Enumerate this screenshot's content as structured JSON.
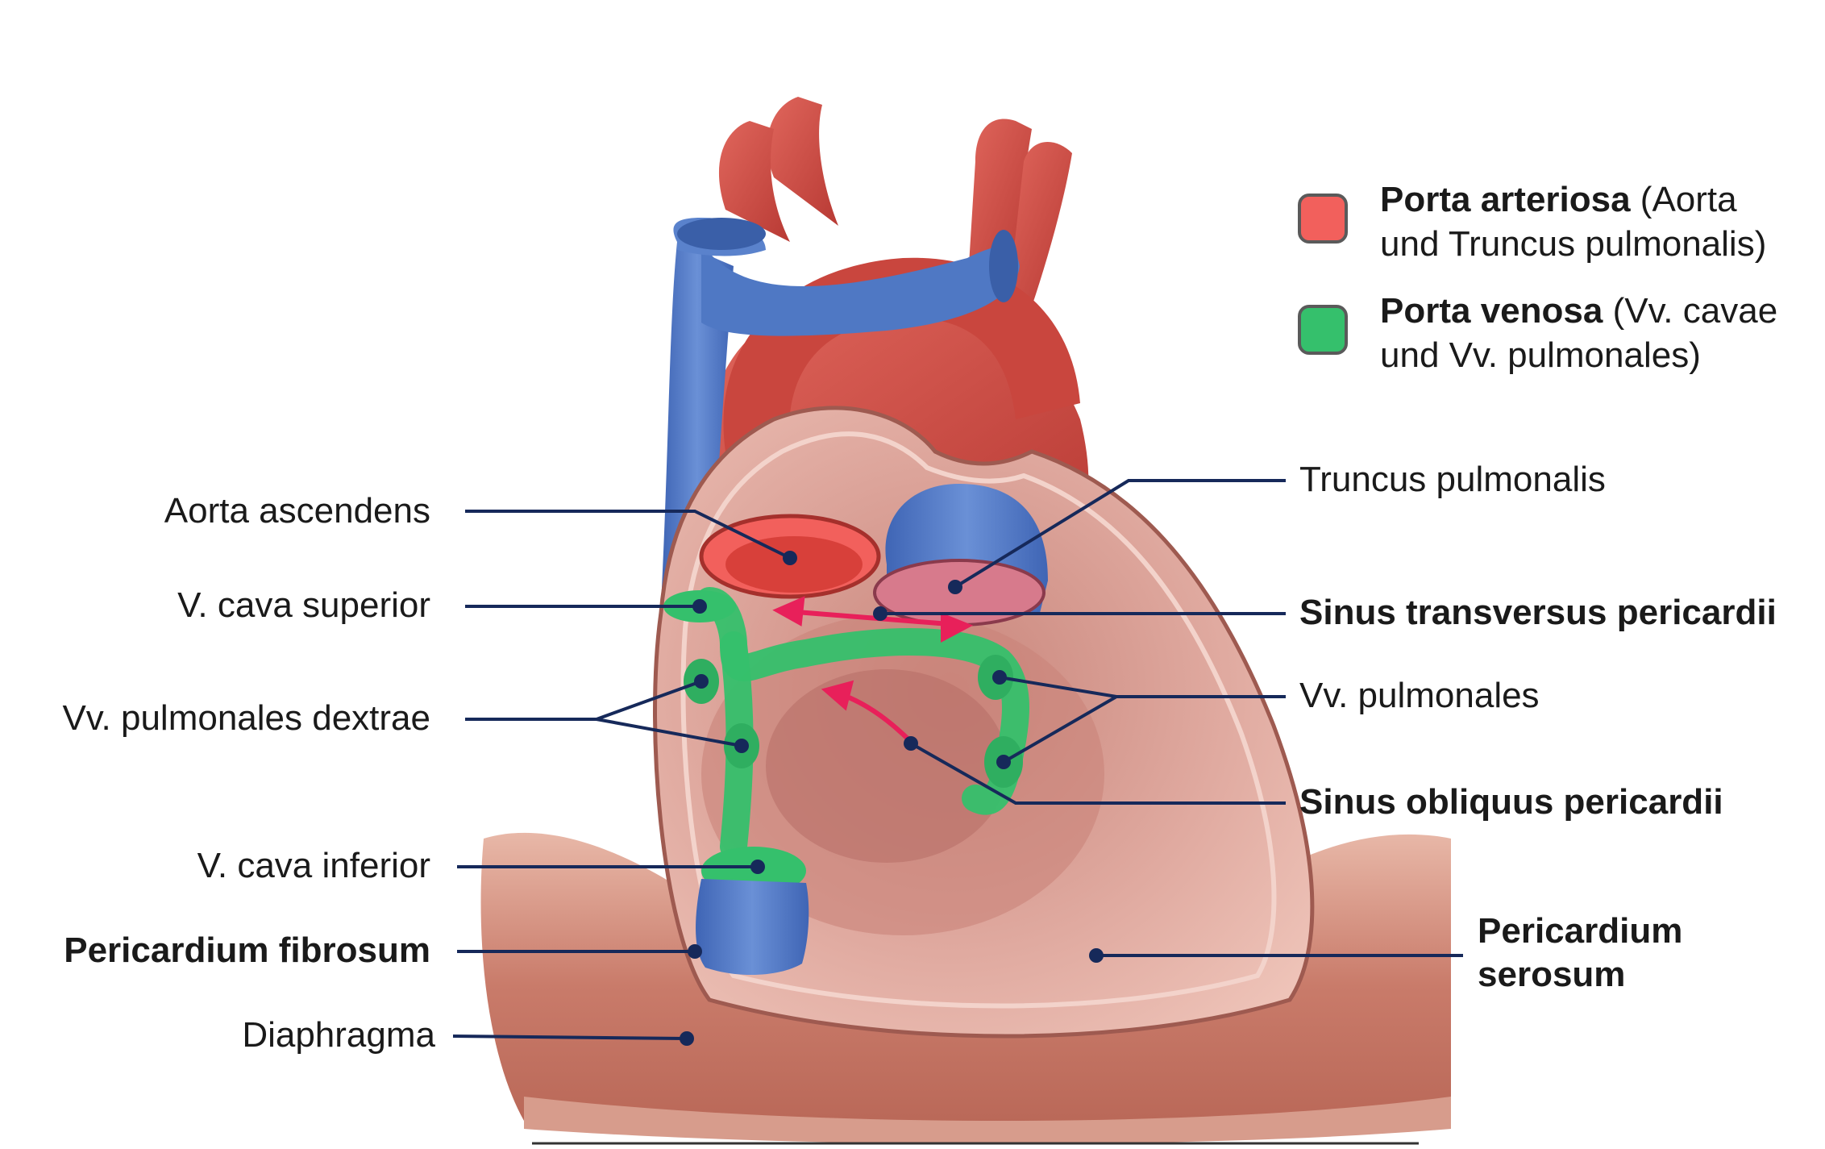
{
  "colors": {
    "arterial": "#f2605c",
    "venous": "#35c06c",
    "vein_blue": "#4f78c4",
    "artery_red": "#c8423a",
    "leader": "#16295a",
    "arrow": "#e8205a"
  },
  "legend": [
    {
      "bold": "Porta arteriosa",
      "rest": " (Aorta",
      "line2": "und Truncus pulmonalis)",
      "color_key": "arterial"
    },
    {
      "bold": "Porta venosa",
      "rest": " (Vv. cavae",
      "line2": "und Vv. pulmonales)",
      "color_key": "venous"
    }
  ],
  "labels": {
    "aorta_ascendens": "Aorta ascendens",
    "v_cava_superior": "V. cava superior",
    "vv_pulmonales_dextrae": "Vv. pulmonales dextrae",
    "v_cava_inferior": "V. cava inferior",
    "pericardium_fibrosum": "Pericardium fibrosum",
    "diaphragma": "Diaphragma",
    "truncus_pulmonalis": "Truncus pulmonalis",
    "sinus_transversus": "Sinus transversus pericardii",
    "vv_pulmonales": "Vv. pulmonales",
    "sinus_obliquus": "Sinus obliquus pericardii",
    "pericardium_serosum_1": "Pericardium",
    "pericardium_serosum_2": "serosum"
  }
}
